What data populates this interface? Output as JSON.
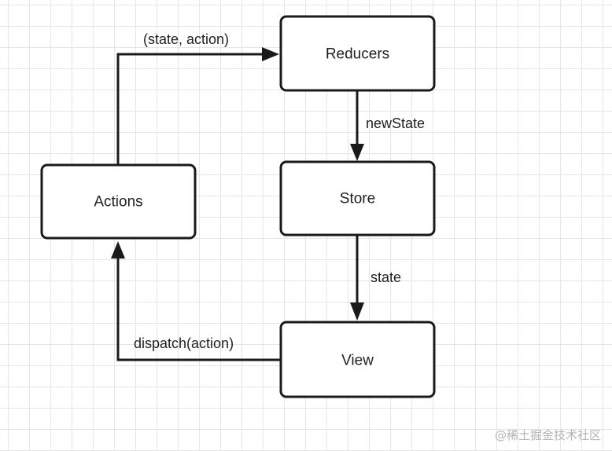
{
  "nodes": {
    "reducers": {
      "label": "Reducers"
    },
    "store": {
      "label": "Store"
    },
    "actions": {
      "label": "Actions"
    },
    "view": {
      "label": "View"
    }
  },
  "edges": {
    "actions_to_reducers": {
      "label": "(state, action)"
    },
    "reducers_to_store": {
      "label": "newState"
    },
    "store_to_view": {
      "label": "state"
    },
    "view_to_actions": {
      "label": "dispatch(action)"
    }
  },
  "watermark": "@稀土掘金技术社区",
  "colors": {
    "stroke": "#1a1a1a",
    "grid": "#e6e6e6",
    "background": "#ffffff"
  }
}
